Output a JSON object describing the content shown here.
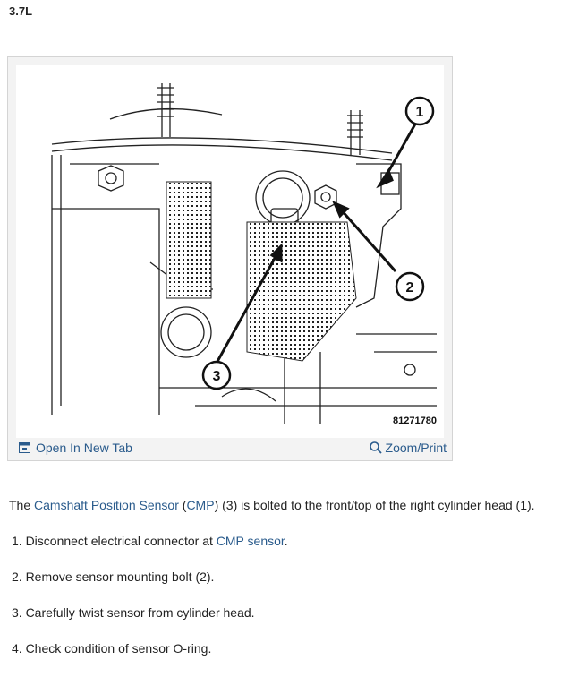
{
  "heading": "3.7L",
  "figure": {
    "code": "81271780",
    "callouts": [
      "1",
      "2",
      "3"
    ],
    "open_tab_label": "Open In New Tab",
    "zoom_label": "Zoom/Print",
    "open_tab_icon": "external-window-icon",
    "zoom_icon": "magnifier-icon"
  },
  "intro": {
    "part1": "The ",
    "link1": "Camshaft Position Sensor",
    "part2": " (",
    "link2": "CMP",
    "part3": ") (3) is bolted to the front/top of the right cylinder head (1)."
  },
  "steps": {
    "s1_pre": "1. Disconnect electrical connector at ",
    "s1_link": "CMP sensor",
    "s1_post": ".",
    "s2": "2. Remove sensor mounting bolt (2).",
    "s3": "3. Carefully twist sensor from cylinder head.",
    "s4": "4. Check condition of sensor O-ring."
  },
  "colors": {
    "link": "#2a5b8c",
    "text": "#222222",
    "border": "#d4d4d4"
  }
}
